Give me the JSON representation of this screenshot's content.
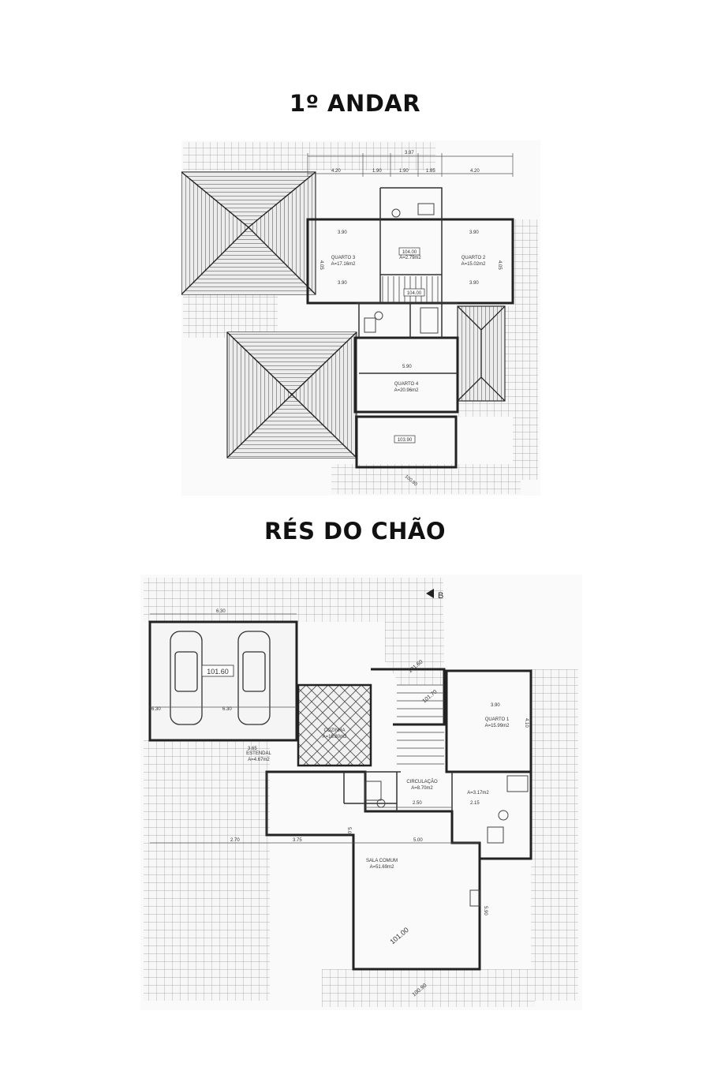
{
  "upper_floor": {
    "title": "1º ANDAR",
    "overall_dims": [
      "3.97",
      "4.20",
      "1.90",
      "1.90",
      "1.85",
      "4.20"
    ],
    "rooms": [
      {
        "name": "QUARTO 3",
        "area": "A=17.16m2"
      },
      {
        "name": "QUARTO 2",
        "area": "A=15.02m2"
      },
      {
        "name": "",
        "area": "A=2.79m2"
      },
      {
        "name": "QUARTO 4",
        "area": "A=20.96m2"
      }
    ],
    "dims": [
      "3.90",
      "3.90",
      "3.90",
      "3.90",
      "4.05",
      "4.05",
      "5.90"
    ],
    "levels": [
      "104.00",
      "104.00",
      "103.90",
      "100.90"
    ]
  },
  "ground_floor": {
    "title": "RÉS DO CHÃO",
    "rooms": [
      {
        "name": "COZINHA",
        "area": "A=16.80m2"
      },
      {
        "name": "ESTENDAL",
        "area": "A=4.67m2"
      },
      {
        "name": "QUARTO 1",
        "area": "A=15.99m2"
      },
      {
        "name": "CIRCULAÇÃO",
        "area": "A=8.70m2"
      },
      {
        "name": "",
        "area": "A=3.17m2"
      },
      {
        "name": "SALA COMUM",
        "area": "A=51.69m2"
      }
    ],
    "dims": [
      "6.30",
      "6.30",
      "6.30",
      "3.65",
      "3.90",
      "4.10",
      "2.50",
      "2.15",
      "3.75",
      "5.00",
      "5.00",
      "2.70",
      "5.90"
    ],
    "levels": [
      "101.60",
      "101.60",
      "101.70",
      "101.00",
      "100.90"
    ],
    "section_marker": "B"
  },
  "colors": {
    "line": "#333333",
    "hatch": "#555555",
    "paper": "#f4f4f4"
  }
}
